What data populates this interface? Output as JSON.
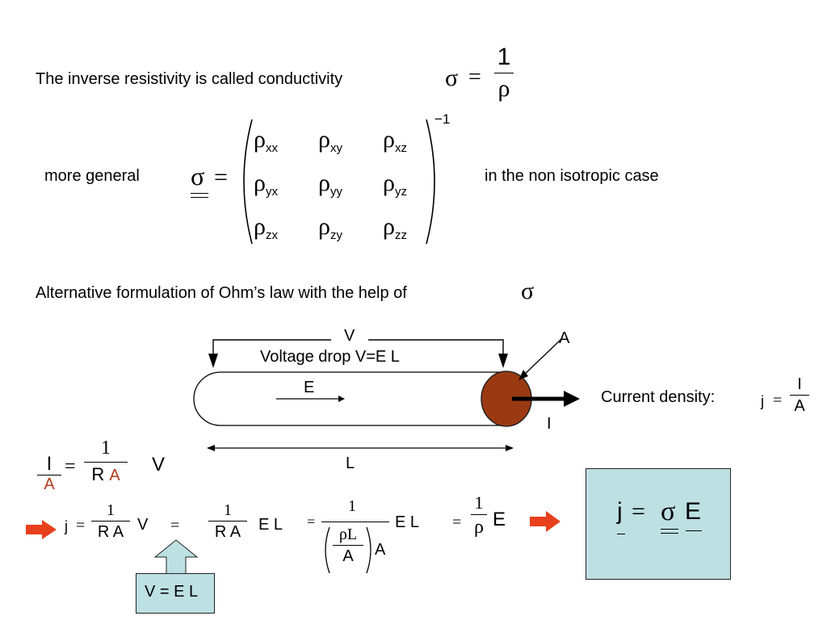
{
  "intro": {
    "text": "The inverse resistivity is called conductivity",
    "sigma": "σ",
    "equals": "=",
    "one": "1",
    "rho": "ρ"
  },
  "general": {
    "label": "more general",
    "sigma": "σ",
    "equals": "=",
    "exponent": "−1",
    "matrix": [
      [
        {
          "s": "ρ",
          "i": "xx"
        },
        {
          "s": "ρ",
          "i": "xy"
        },
        {
          "s": "ρ",
          "i": "xz"
        }
      ],
      [
        {
          "s": "ρ",
          "i": "yx"
        },
        {
          "s": "ρ",
          "i": "yy"
        },
        {
          "s": "ρ",
          "i": "yz"
        }
      ],
      [
        {
          "s": "ρ",
          "i": "zx"
        },
        {
          "s": "ρ",
          "i": "zy"
        },
        {
          "s": "ρ",
          "i": "zz"
        }
      ]
    ],
    "note": "in the non isotropic case"
  },
  "alternative": {
    "text": "Alternative formulation of Ohm’s law with the help of",
    "sigma": "σ"
  },
  "diagram": {
    "V": "V",
    "voltage_drop": "Voltage drop V=E L",
    "E": "E",
    "A": "A",
    "I": "I",
    "L": "L",
    "current_density_label": "Current density:",
    "j": "j",
    "equals": "=",
    "num": "I",
    "den": "A"
  },
  "eq1": {
    "lhs_num": "I",
    "lhs_den": "A",
    "equals": "=",
    "one": "1",
    "rhs_den_R": "R",
    "rhs_den_A": "A",
    "V": "V"
  },
  "eq2": {
    "j": "j",
    "eq": "=",
    "f1_num": "1",
    "f1_den": "R A",
    "V": "V",
    "eq2": "=",
    "f2_num": "1",
    "f2_den": "R A",
    "EL1": "E L",
    "eq3": "=",
    "f3_num": "1",
    "f3_rho_num": "ρL",
    "f3_rho_den": "A",
    "f3_den_A": "A",
    "EL2": "E L",
    "eq4": "=",
    "f4_num": "1",
    "f4_den": "ρ",
    "E": "E",
    "hint": "V = E L"
  },
  "result": {
    "j": "j",
    "equals": "=",
    "sigma": "σ",
    "E": "E"
  },
  "colors": {
    "arrow": "#e8401c",
    "box": "#bde0e3",
    "disk": "#9b3a12",
    "red_text": "#b03a1a"
  }
}
